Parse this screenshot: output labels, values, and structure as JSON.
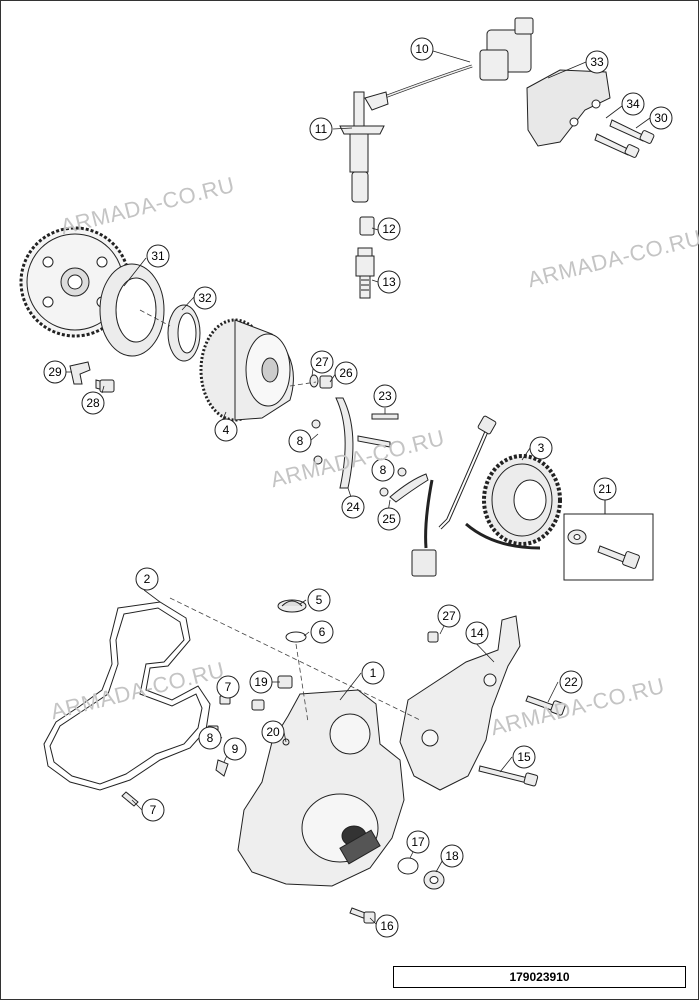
{
  "drawing_number": "179023910",
  "watermark_text": "ARMADA-CO.RU",
  "callouts": [
    {
      "id": "c10",
      "label": "10"
    },
    {
      "id": "c33",
      "label": "33"
    },
    {
      "id": "c34",
      "label": "34"
    },
    {
      "id": "c30",
      "label": "30"
    },
    {
      "id": "c11",
      "label": "11"
    },
    {
      "id": "c12",
      "label": "12"
    },
    {
      "id": "c13",
      "label": "13"
    },
    {
      "id": "c31",
      "label": "31"
    },
    {
      "id": "c32",
      "label": "32"
    },
    {
      "id": "c29",
      "label": "29"
    },
    {
      "id": "c28",
      "label": "28"
    },
    {
      "id": "c27a",
      "label": "27"
    },
    {
      "id": "c26",
      "label": "26"
    },
    {
      "id": "c4",
      "label": "4"
    },
    {
      "id": "c23",
      "label": "23"
    },
    {
      "id": "c8a",
      "label": "8"
    },
    {
      "id": "c8b",
      "label": "8"
    },
    {
      "id": "c24",
      "label": "24"
    },
    {
      "id": "c25",
      "label": "25"
    },
    {
      "id": "c3",
      "label": "3"
    },
    {
      "id": "c21",
      "label": "21"
    },
    {
      "id": "c2",
      "label": "2"
    },
    {
      "id": "c5",
      "label": "5"
    },
    {
      "id": "c6",
      "label": "6"
    },
    {
      "id": "c27b",
      "label": "27"
    },
    {
      "id": "c14",
      "label": "14"
    },
    {
      "id": "c1",
      "label": "1"
    },
    {
      "id": "c7a",
      "label": "7"
    },
    {
      "id": "c19",
      "label": "19"
    },
    {
      "id": "c22",
      "label": "22"
    },
    {
      "id": "c20",
      "label": "20"
    },
    {
      "id": "c8c",
      "label": "8"
    },
    {
      "id": "c9",
      "label": "9"
    },
    {
      "id": "c15",
      "label": "15"
    },
    {
      "id": "c7b",
      "label": "7"
    },
    {
      "id": "c17",
      "label": "17"
    },
    {
      "id": "c18",
      "label": "18"
    },
    {
      "id": "c16",
      "label": "16"
    }
  ]
}
